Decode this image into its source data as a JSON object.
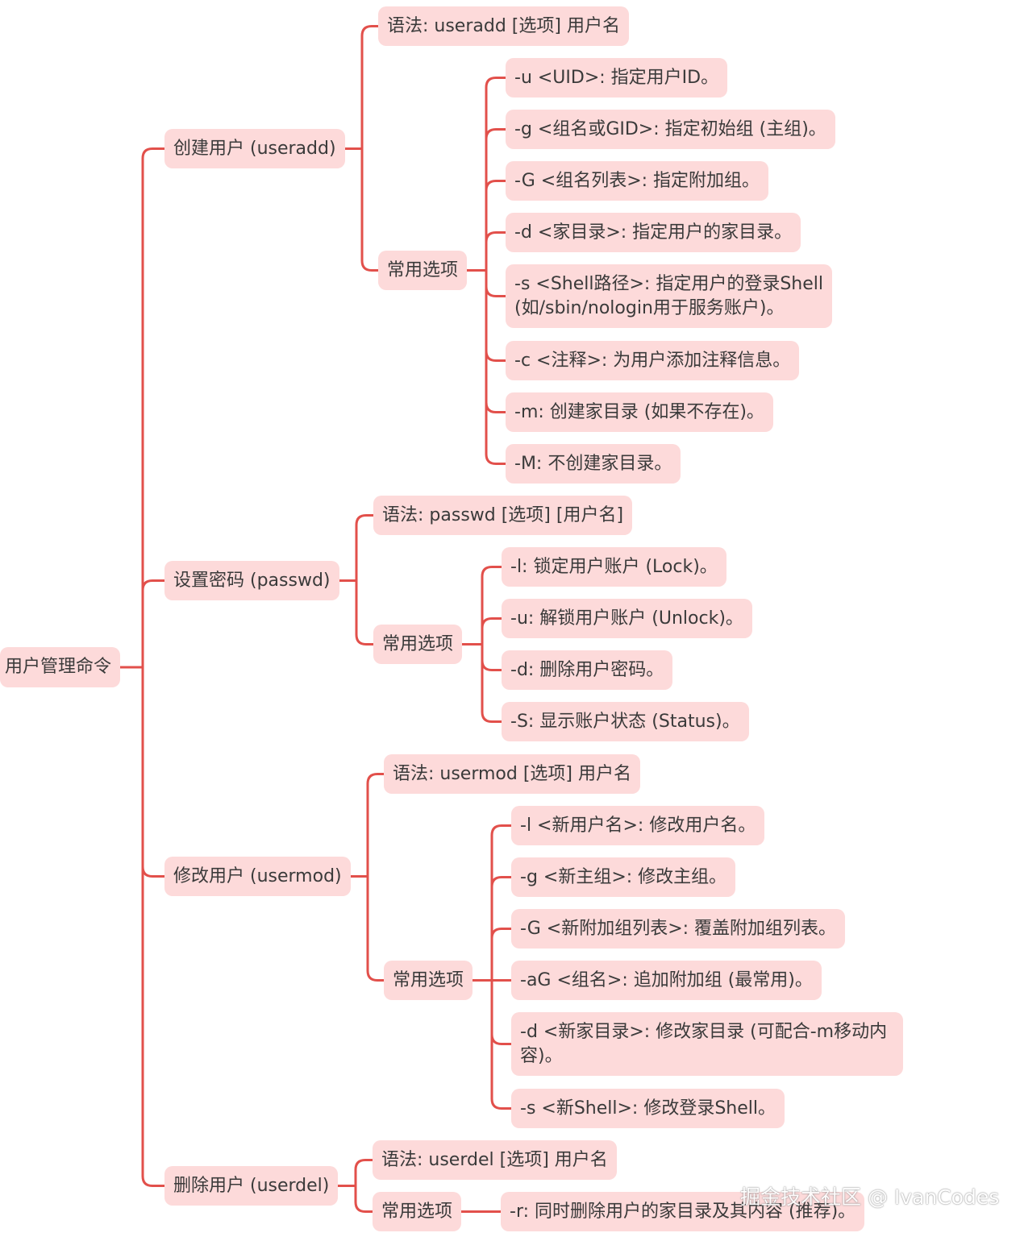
{
  "root": "用户管理命令",
  "sections": [
    {
      "label": "创建用户 (useradd)",
      "syntax": "语法: useradd [选项] 用户名",
      "options_label": "常用选项",
      "options": [
        "-u <UID>: 指定用户ID。",
        "-g <组名或GID>: 指定初始组 (主组)。",
        "-G <组名列表>: 指定附加组。",
        "-d <家目录>: 指定用户的家目录。",
        "-s <Shell路径>: 指定用户的登录Shell (如/sbin/nologin用于服务账户)。",
        "-c <注释>: 为用户添加注释信息。",
        "-m: 创建家目录 (如果不存在)。",
        "-M: 不创建家目录。"
      ]
    },
    {
      "label": "设置密码 (passwd)",
      "syntax": "语法: passwd [选项] [用户名]",
      "options_label": "常用选项",
      "options": [
        "-l: 锁定用户账户 (Lock)。",
        "-u: 解锁用户账户 (Unlock)。",
        "-d: 删除用户密码。",
        "-S: 显示账户状态 (Status)。"
      ]
    },
    {
      "label": "修改用户 (usermod)",
      "syntax": "语法: usermod [选项] 用户名",
      "options_label": "常用选项",
      "options": [
        "-l <新用户名>: 修改用户名。",
        "-g <新主组>: 修改主组。",
        "-G <新附加组列表>: 覆盖附加组列表。",
        "-aG <组名>: 追加附加组 (最常用)。",
        "-d <新家目录>: 修改家目录 (可配合-m移动内容)。",
        "-s <新Shell>: 修改登录Shell。"
      ]
    },
    {
      "label": "删除用户 (userdel)",
      "syntax": "语法: userdel [选项] 用户名",
      "options_label": "常用选项",
      "options": [
        "-r: 同时删除用户的家目录及其内容 (推荐)。"
      ]
    }
  ],
  "watermark": "掘金技术社区 @ IvanCodes",
  "colors": {
    "line": "#e2504b",
    "node": "#fddada",
    "text": "#3a3a3a"
  }
}
